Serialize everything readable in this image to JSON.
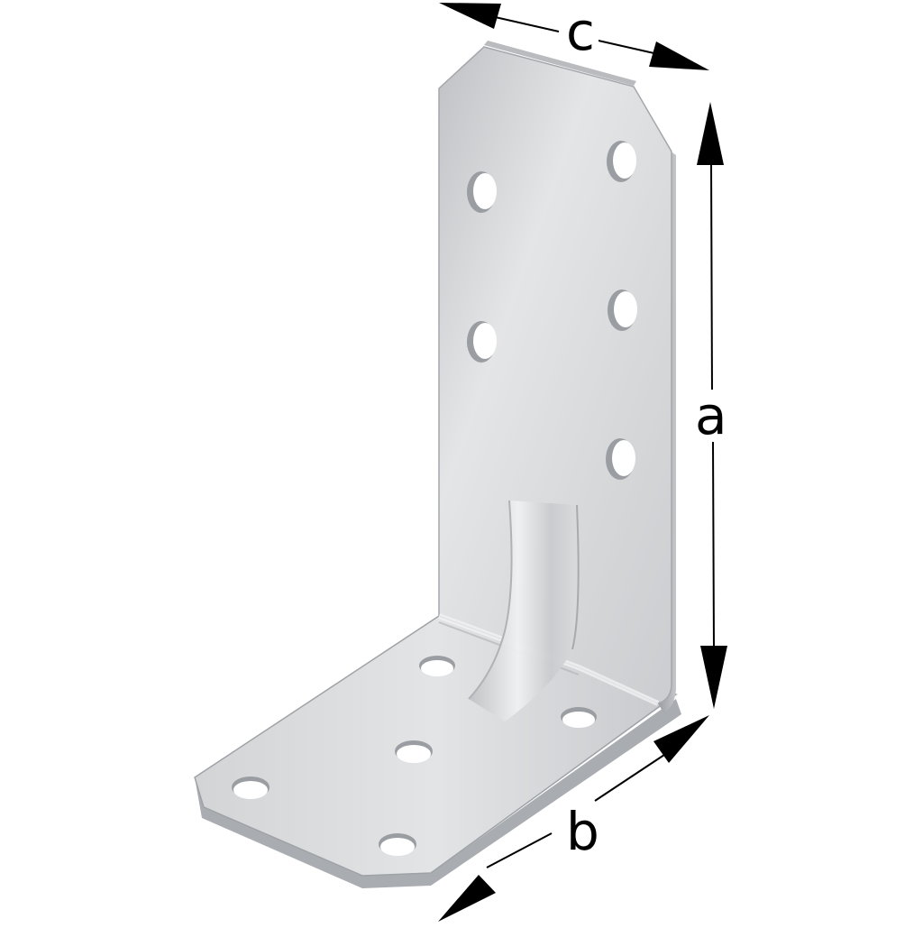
{
  "diagram": {
    "subject": "reinforced angle bracket",
    "colors": {
      "background": "#ffffff",
      "metal_light": "#e6e7e8",
      "metal_mid": "#cfd1d3",
      "metal_dark": "#a9abae",
      "edge": "#8d9094",
      "arrow": "#000000"
    },
    "dimensions": {
      "height_label": "a",
      "length_label": "b",
      "width_label": "c"
    },
    "features": {
      "vertical_flange_holes": 5,
      "horizontal_flange_holes": 5,
      "stiffening_rib": true,
      "chamfered_corners": true
    }
  }
}
